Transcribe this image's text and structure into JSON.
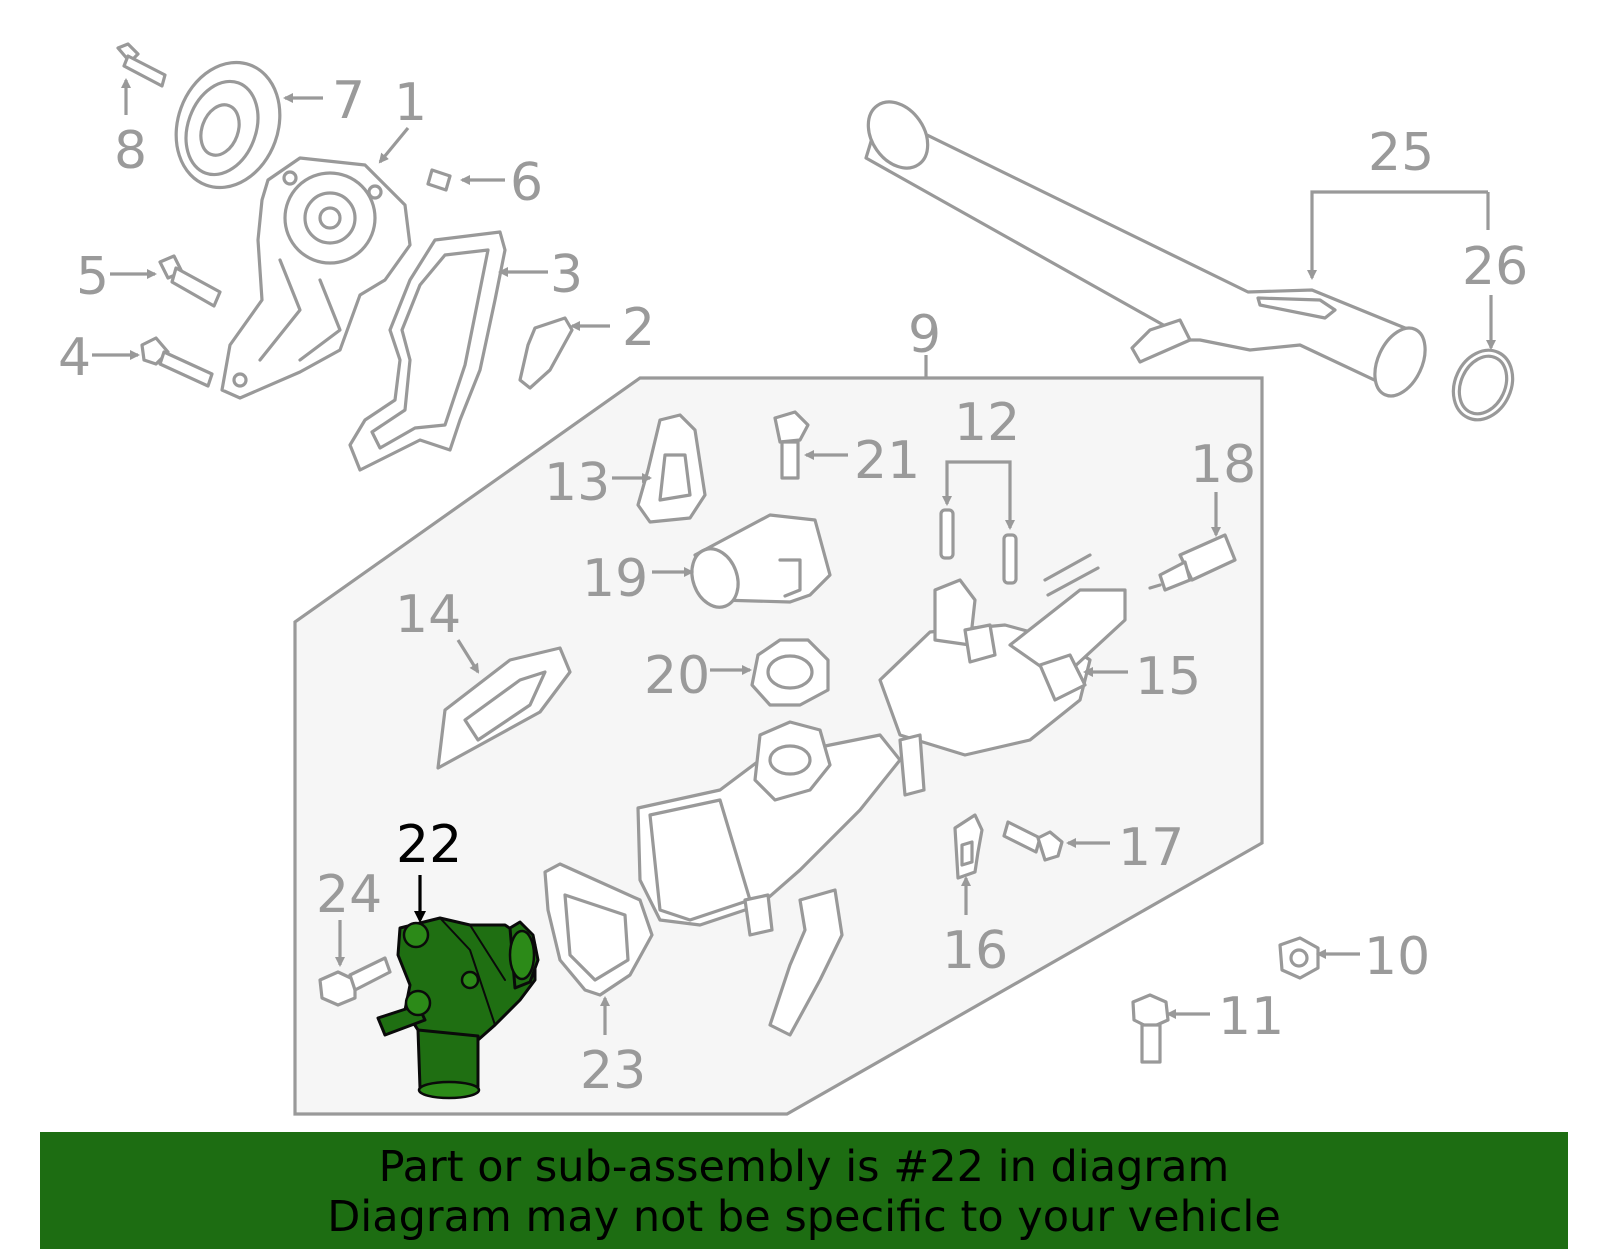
{
  "diagram": {
    "highlight_color": "#1d6d12",
    "highlighted_part": "22",
    "labels": [
      "1",
      "2",
      "3",
      "4",
      "5",
      "6",
      "7",
      "8",
      "9",
      "10",
      "11",
      "12",
      "13",
      "14",
      "15",
      "16",
      "17",
      "18",
      "19",
      "20",
      "21",
      "22",
      "23",
      "24",
      "25",
      "26"
    ]
  },
  "banner": {
    "line1": "Part or sub-assembly is #22 in diagram",
    "line2": "Diagram may not be specific to your vehicle"
  }
}
